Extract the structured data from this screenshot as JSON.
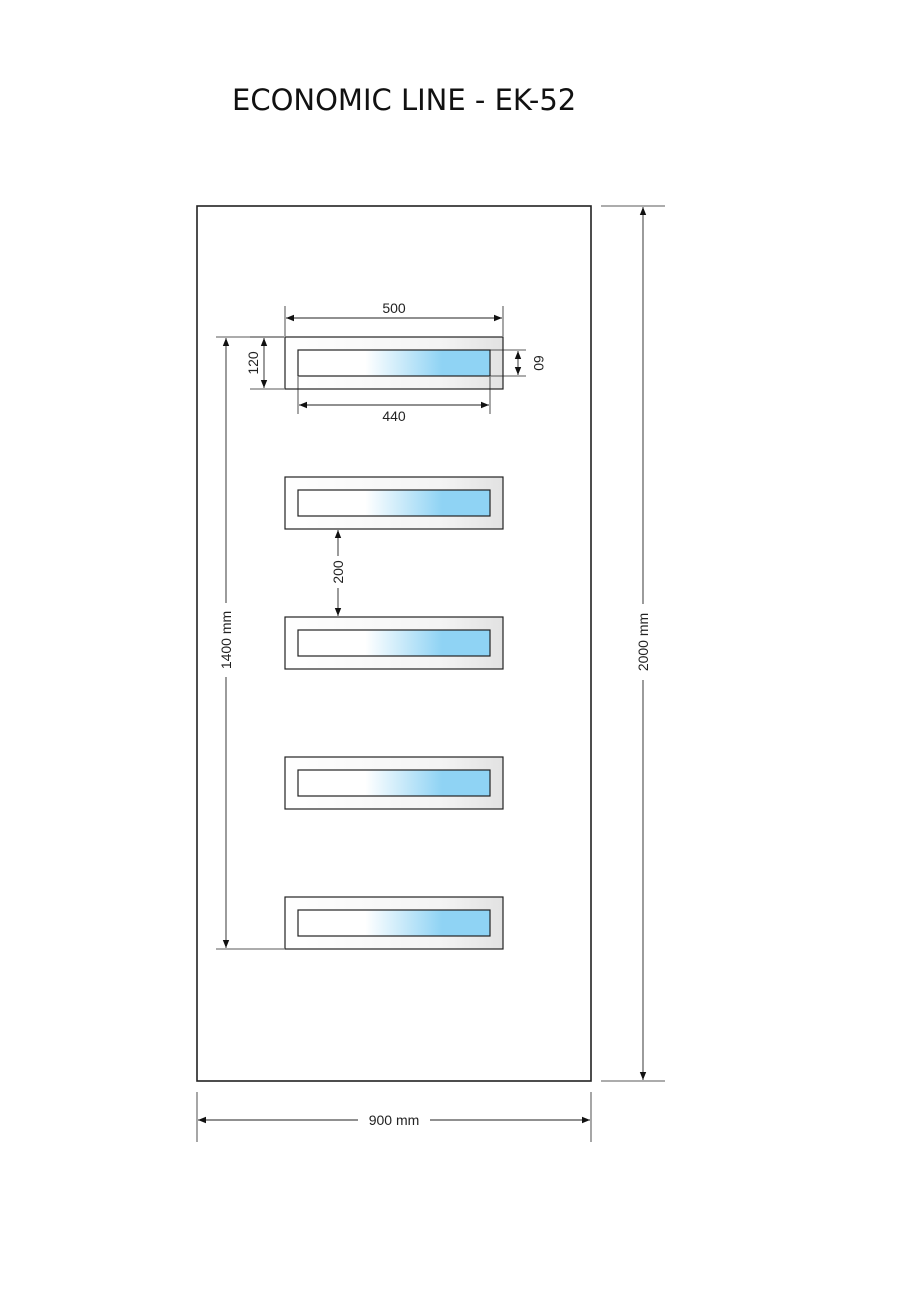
{
  "title": "ECONOMIC LINE - EK-52",
  "dimensions": {
    "door_width": "900 mm",
    "door_height": "2000 mm",
    "windows_span": "1400 mm",
    "window_outer_width": "500",
    "window_outer_height": "120",
    "glass_width": "440",
    "glass_height": "60",
    "window_gap": "200"
  },
  "window_count": 5,
  "colors": {
    "glass": "#8fd3f4",
    "line": "#222222",
    "frame_fill": "#ffffff"
  }
}
